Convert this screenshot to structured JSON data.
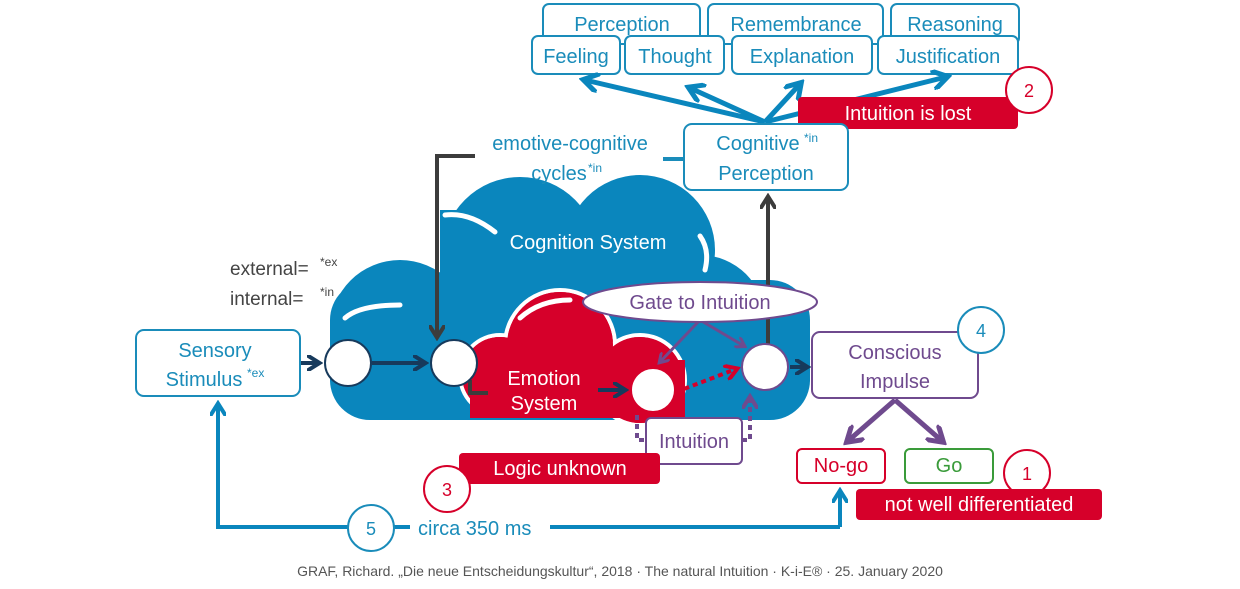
{
  "colors": {
    "blue": "#0a86bd",
    "blue_text": "#1a8cba",
    "red": "#d6002a",
    "purple": "#6f4a8e",
    "dark_navy": "#173a5c",
    "dark_gray": "#3c3c3c",
    "green": "#3a9b3a"
  },
  "top_boxes": {
    "row1": [
      "Perception",
      "Remembrance",
      "Reasoning"
    ],
    "row2": [
      "Feeling",
      "Thought",
      "Explanation",
      "Justification"
    ]
  },
  "badges": {
    "intuition_lost": "Intuition is lost",
    "logic_unknown": "Logic unknown",
    "not_differentiated": "not well differentiated"
  },
  "markers": {
    "m1": "1",
    "m2": "2",
    "m3": "3",
    "m4": "4",
    "m5": "5"
  },
  "labels": {
    "cycles_line1": "emotive-cognitive",
    "cycles_line2": "cycles",
    "cycles_sup": "*in",
    "cognitive_line1": "Cognitive",
    "cognitive_sup": "*in",
    "cognitive_line2": "Perception",
    "cognition_system": "Cognition System",
    "emotion_line1": "Emotion",
    "emotion_line2": "System",
    "gate": "Gate to Intuition",
    "intuition": "Intuition",
    "legend_external": "external=",
    "legend_external_sup": "*ex",
    "legend_internal": "internal=",
    "legend_internal_sup": "*in",
    "sensory_line1": "Sensory",
    "sensory_line2": "Stimulus",
    "sensory_sup": "*ex",
    "conscious_line1": "Conscious",
    "conscious_line2": "Impulse",
    "nogo": "No-go",
    "go": "Go",
    "timing": "circa 350 ms"
  },
  "footer": "GRAF, Richard. „Die neue Entscheidungskultur“, 2018 · The natural Intuition · K-i-E® · 25. January 2020"
}
